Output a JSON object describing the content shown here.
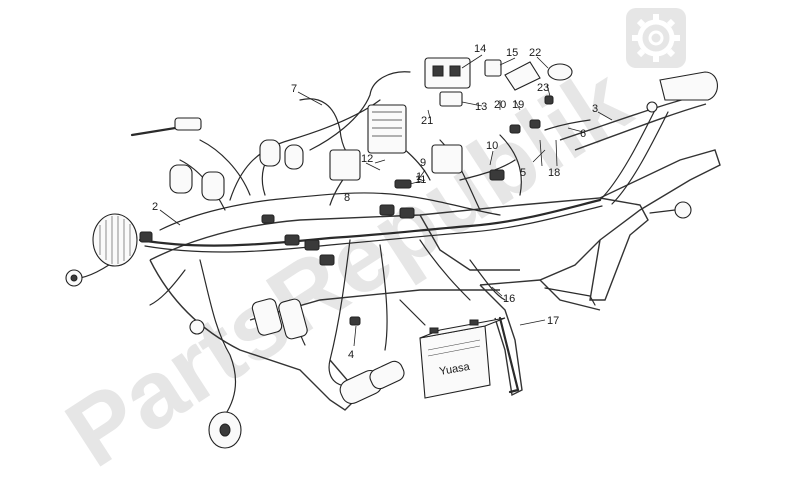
{
  "watermark": {
    "text": "PartsRepublik",
    "gear_icon": "gear-icon",
    "color": "#e6e6e6"
  },
  "callouts": [
    {
      "n": "1"
    },
    {
      "n": "2"
    },
    {
      "n": "3"
    },
    {
      "n": "4"
    },
    {
      "n": "5"
    },
    {
      "n": "6"
    },
    {
      "n": "7"
    },
    {
      "n": "8"
    },
    {
      "n": "9"
    },
    {
      "n": "10"
    },
    {
      "n": "11"
    },
    {
      "n": "12"
    },
    {
      "n": "13"
    },
    {
      "n": "14"
    },
    {
      "n": "15"
    },
    {
      "n": "16"
    },
    {
      "n": "17"
    },
    {
      "n": "18"
    },
    {
      "n": "19"
    },
    {
      "n": "20"
    },
    {
      "n": "21"
    },
    {
      "n": "22"
    },
    {
      "n": "23"
    }
  ],
  "battery": {
    "brand": "Yuasa"
  }
}
